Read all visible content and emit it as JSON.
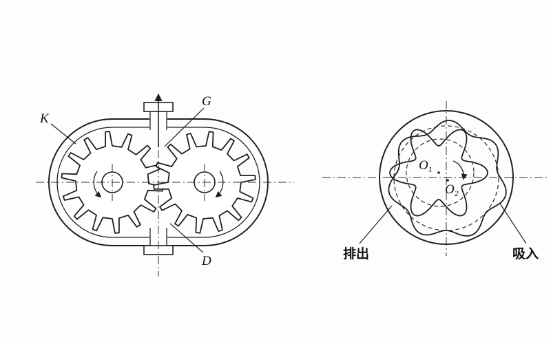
{
  "figure": {
    "left_diagram": {
      "label_k": "K",
      "label_g": "G",
      "label_d": "D"
    },
    "right_diagram": {
      "center_o1": "O",
      "center_o1_sub": "1",
      "center_o2": "O",
      "center_o2_sub": "2",
      "label_discharge": "排出",
      "label_suction": "吸入"
    }
  },
  "style": {
    "line_color": "#1e1e1e",
    "background": "#fdfdfd"
  }
}
